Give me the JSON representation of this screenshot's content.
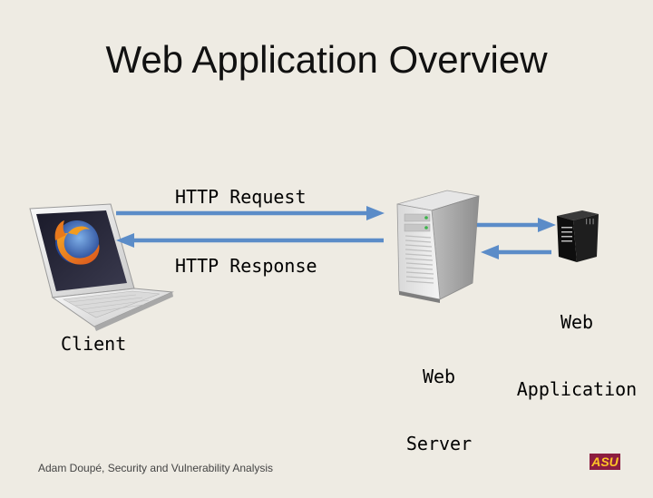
{
  "slide": {
    "title": "Web Application Overview",
    "labels": {
      "request": "HTTP Request",
      "response": "HTTP Response",
      "client": "Client",
      "web_server_line1": "Web",
      "web_server_line2": "Server",
      "web_app_line1": "Web",
      "web_app_line2": "Application"
    },
    "footer": "Adam Doupé, Security and Vulnerability Analysis",
    "logo_text": "ASU",
    "colors": {
      "background": "#EEEBE3",
      "arrow": "#5B8CC8",
      "logo": "#8C1D40"
    },
    "icons": [
      "laptop-firefox-icon",
      "server-tower-icon",
      "application-box-icon",
      "asu-logo"
    ]
  }
}
